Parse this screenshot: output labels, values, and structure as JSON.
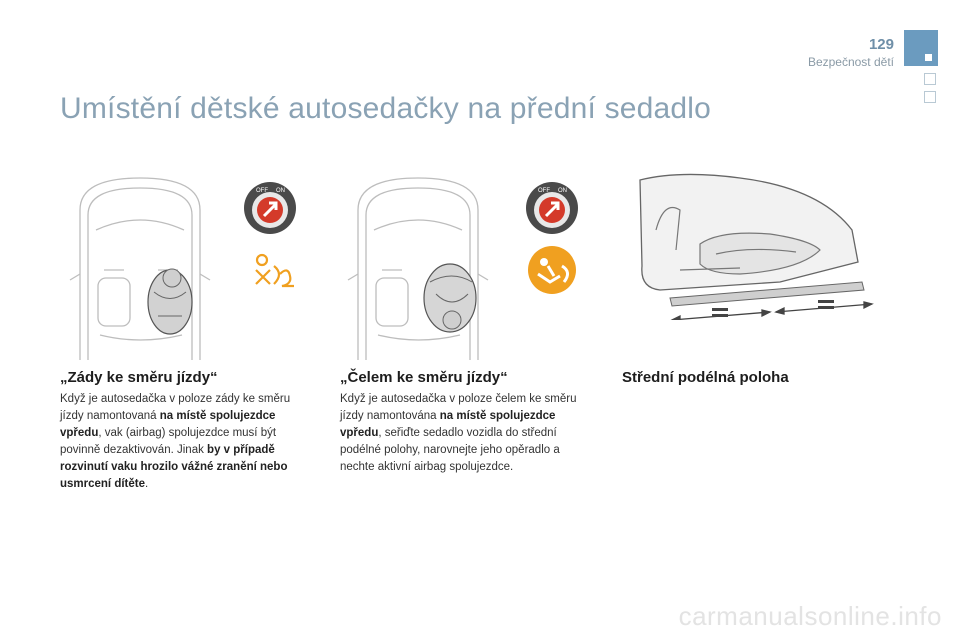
{
  "header": {
    "page_number": "129",
    "section_name": "Bezpečnost dětí"
  },
  "title": "Umístění dětské autosedačky na přední sedadlo",
  "rear_facing": {
    "heading": "„Zády ke směru jízdy“",
    "t1": "Když je autosedačka v poloze zády ke směru jízdy namontovaná ",
    "b1": "na místě spolujezdce vpředu",
    "t2": ", vak (airbag) spolujezdce musí být povinně dezaktivován. Jinak ",
    "b2": "by v případě rozvinutí vaku hrozilo vážné zranění nebo usmrcení dítěte",
    "t3": "."
  },
  "forward_facing": {
    "heading": "„Čelem ke směru jízdy“",
    "t1": "Když je autosedačka v poloze čelem ke směru jízdy namontována ",
    "b1": "na místě spolujezdce vpředu",
    "t2": ", seřiďte sedadlo vozidla do střední podélné polohy, narovnejte jeho opěradlo a nechte aktivní airbag spolujezdce."
  },
  "middle_position": {
    "heading": "Střední podélná poloha"
  },
  "switch_labels": {
    "off": "OFF",
    "on": "ON"
  },
  "watermark": "carmanualsonline.info",
  "colors": {
    "title": "#8aa2b4",
    "tab": "#6b9bbf",
    "airbag_orange": "#f0a020",
    "switch_red": "#d43a2a"
  }
}
